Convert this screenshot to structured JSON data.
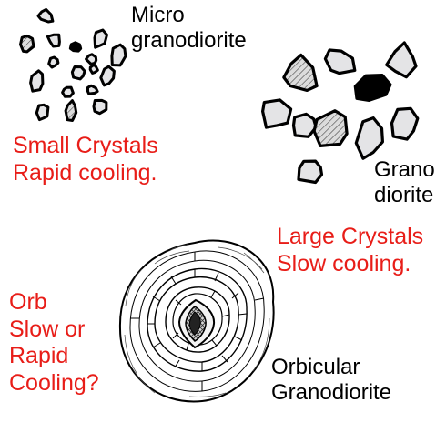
{
  "colors": {
    "ink": "#000000",
    "highlight": "#e81d18",
    "crystal_fill": "#e4e4e6",
    "background": "#ffffff"
  },
  "labels": {
    "micro": {
      "line1": "Micro",
      "line2": "granodiorite"
    },
    "micro_note": {
      "line1": "Small Crystals",
      "line2": "Rapid cooling."
    },
    "grano": {
      "line1": "Grano",
      "line2": "diorite"
    },
    "grano_note": {
      "line1": "Large Crystals",
      "line2": "Slow cooling."
    },
    "orb_note": {
      "line1": "Orb",
      "line2": "Slow or",
      "line3": "Rapid",
      "line4": "Cooling?"
    },
    "orbicular": {
      "line1": "Orbicular",
      "line2": "Granodiorite"
    }
  }
}
